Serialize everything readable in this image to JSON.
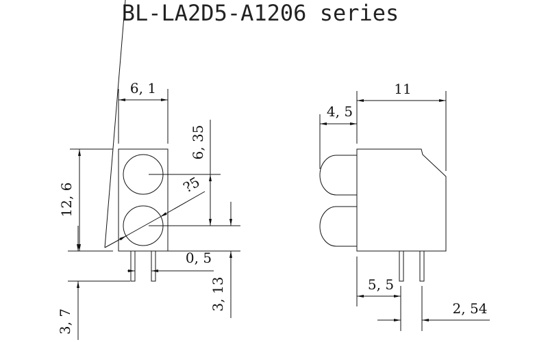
{
  "title": "BL-LA2D5-A1206 series",
  "front_view": {
    "width": "6, 1",
    "height": "12, 6",
    "led_pitch": "6, 35",
    "diameter": "?5",
    "pin_width": "0, 5",
    "pin_length": "3, 7",
    "led_offset": "3, 13"
  },
  "side_view": {
    "depth": "11",
    "lens_protrusion": "4, 5",
    "pin_offset": "5, 5",
    "pin_pitch": "2, 54"
  }
}
